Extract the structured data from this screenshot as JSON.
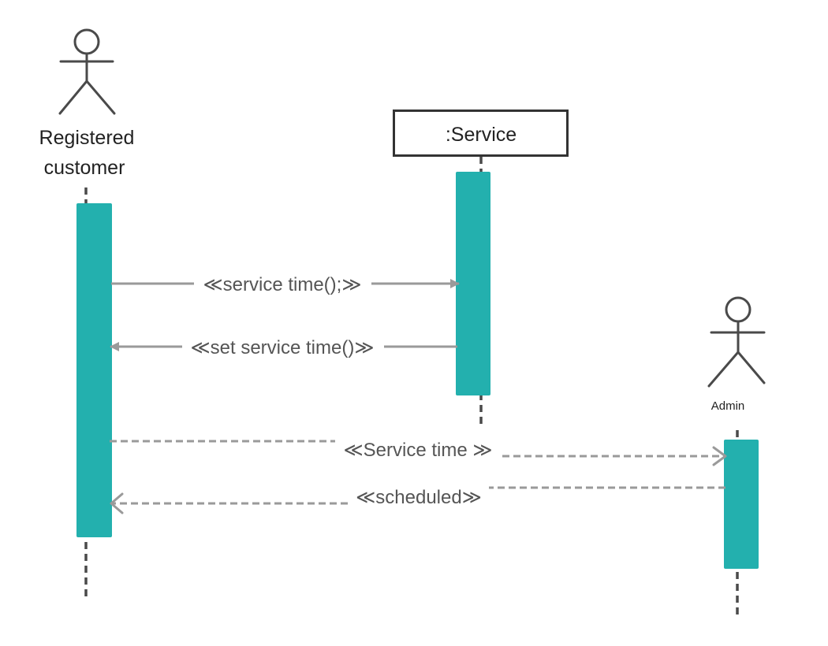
{
  "colors": {
    "activation": "#23b0ae",
    "message": "#9a9a9a",
    "lifeline": "#4a4a4a",
    "figure": "#4a4a4a",
    "box_border": "#333333"
  },
  "participants": [
    {
      "id": "registered-customer",
      "kind": "actor",
      "label_lines": [
        "Registered",
        "customer"
      ]
    },
    {
      "id": "service",
      "kind": "object",
      "label": ":Service"
    },
    {
      "id": "admin",
      "kind": "actor",
      "label": "Admin"
    }
  ],
  "messages": [
    {
      "id": "service-time-call",
      "from": "registered-customer",
      "to": "service",
      "style": "solid",
      "label": "≪service time();≫"
    },
    {
      "id": "set-service-time-return",
      "from": "service",
      "to": "registered-customer",
      "style": "solid",
      "label": "≪set service time()≫"
    },
    {
      "id": "service-time-async",
      "from": "registered-customer",
      "to": "admin",
      "style": "dashed",
      "label": "≪Service time ≫"
    },
    {
      "id": "scheduled-return",
      "from": "admin",
      "to": "registered-customer",
      "style": "dashed",
      "label": "≪scheduled≫"
    }
  ]
}
